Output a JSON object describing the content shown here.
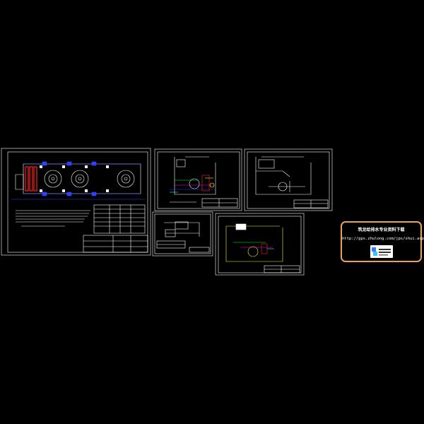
{
  "drawing": {
    "background_color": "#000000",
    "frame_color": "#ffffff",
    "accent_colors": {
      "blue": "#3040ff",
      "red": "#ff2020",
      "yellow": "#ffff00",
      "cyan": "#00ffff",
      "green": "#00ff00",
      "magenta": "#ff00ff"
    }
  },
  "watermark": {
    "title": "筑龙给排水专业资料下载",
    "url": "http://gps.zhulong.com/jps/shui.asp",
    "border_color": "#f0a050",
    "logo": "zhulong-logo"
  }
}
